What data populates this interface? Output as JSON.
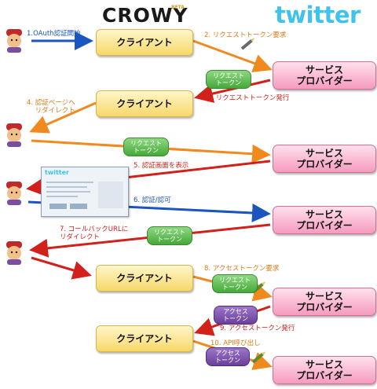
{
  "logos": {
    "crowy": "CROWY",
    "crowy_badge": "BETA",
    "twitter": "twitter"
  },
  "nodes": {
    "client": "クライアント",
    "provider": "サービス\nプロバイダー",
    "request_token": "リクエスト\nトークン",
    "access_token": "アクセス\nトークン"
  },
  "steps": {
    "s1": "1.OAuth認証開始",
    "s2": "2. リクエストトークン要求",
    "s3": "3. リクエストトークン発行",
    "s4": "4. 認証ページへ\n    リダイレクト",
    "s5": "5. 認証画面を表示",
    "s6": "6. 認証/認可",
    "s7": "7. コールバックURLに\nリダイレクト",
    "s8": "8. アクセストークン要求",
    "s9": "9. アクセストークン発行",
    "s10": "10. API呼び出し"
  },
  "screenshot": {
    "logo": "twitter"
  },
  "colors": {
    "blue": "#1a55c0",
    "orange": "#f08a1e",
    "red": "#d2201a",
    "client_fill": "#f6d86a",
    "provider_fill": "#f59bbf"
  }
}
